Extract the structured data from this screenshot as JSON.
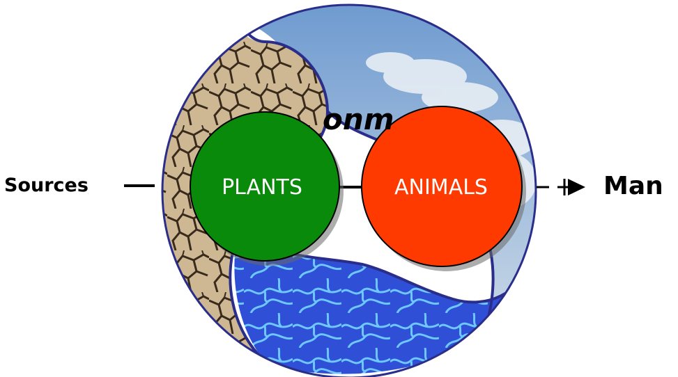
{
  "diagram": {
    "sources_label": "Sources",
    "man_label": "Man",
    "environment_label": "onm",
    "plants_label": "PLANTS",
    "animals_label": "ANIMALS"
  },
  "colors": {
    "plants": "#0a8a0a",
    "animals": "#ff3a00",
    "outline": "#2a2e8a",
    "soil": "#c9b28a",
    "sky": "#8fb6d8",
    "water": "#2a5ad8"
  }
}
